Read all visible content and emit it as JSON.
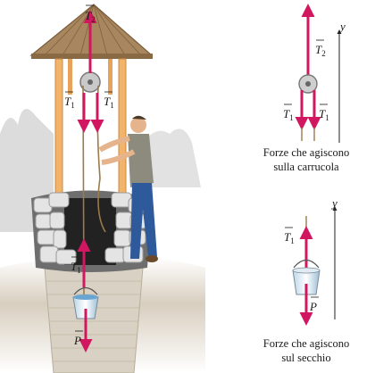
{
  "labels": {
    "t2_well": "T",
    "t2_well_sub": "2",
    "t1_left": "T",
    "t1_left_sub": "1",
    "t1_right": "T",
    "t1_right_sub": "1",
    "t1_bucket": "T",
    "t1_bucket_sub": "1",
    "p_bucket": "P",
    "t2_fbd": "T",
    "t2_fbd_sub": "2",
    "t1_fbd_left": "T",
    "t1_fbd_left_sub": "1",
    "t1_fbd_right": "T",
    "t1_fbd_right_sub": "1",
    "y_axis_top": "y",
    "t1_fbd_bucket": "T",
    "t1_fbd_bucket_sub": "1",
    "p_fbd": "P",
    "y_axis_bottom": "y"
  },
  "captions": {
    "pulley_line1": "Forze che agiscono",
    "pulley_line2": "sulla carrucola",
    "bucket_line1": "Forze che agiscono",
    "bucket_line2": "sul secchio"
  },
  "colors": {
    "force_arrow": "#d1175f",
    "roof": "#9a7a55",
    "post": "#f2b36b",
    "stone": "#d9d9d9",
    "ground": "#cfc3b0",
    "sky_tree": "#d8d8d8"
  }
}
